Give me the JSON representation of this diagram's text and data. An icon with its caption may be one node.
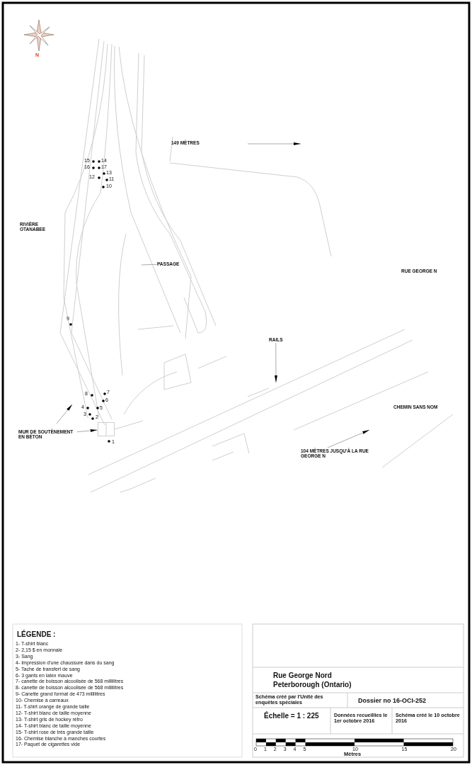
{
  "diagram": {
    "nodes": [
      {
        "text": [
          "RAILS"
        ]
      },
      {
        "text": [
          "MUR DE SOUTÈNEMENT EN BÉTON"
        ]
      },
      {
        "text": [
          "PASSAGE"
        ]
      },
      {
        "text": [],
        "shape": "box"
      }
    ],
    "edges": [
      {
        "from": 0,
        "to": null,
        "arrow": "to"
      },
      {
        "from": 1,
        "to": 3,
        "arrow": "to"
      },
      {
        "from": 2,
        "to": null,
        "arrow": "none"
      }
    ],
    "labels": [
      "N",
      "149 MÈTRES",
      "15",
      "14",
      "16",
      "17",
      "13",
      "12",
      "11",
      "10",
      "RIVIÈRE OTANABEE",
      "RUE GEORGE N",
      "9",
      "8",
      "7",
      "6",
      "4",
      "5",
      "3",
      "2",
      "CHEMIN SANS NOM",
      "1",
      "104 MÈTRES JUSQU'À LA RUE GEORGE N",
      "LÉGENDE :",
      "1- T-shirt blanc",
      "2- 2,15 $ en monnaie",
      "3- Sang",
      "4- Impression d'une chaussure dans du sang",
      "5- Tache de transfert de sang",
      "6- 3 gants en latex mauve",
      "7- canette de boisson alcoolisée de 568 millilitres",
      "8- canette de boisson alcoolisée de 568 millilitres",
      "9- Canette grand format de 473 millilitres",
      "10- Chemise à carreaux",
      "11- T-shirt orange de grande taille",
      "12- T-shirt blanc de taille moyenne",
      "13- T-shirt gris de hockey rétro",
      "14- T-shirt blanc de taille moyenne",
      "15- T-shirt rose de très grande taille",
      "16- Chemise blanche à manches courtes",
      "17- Paquet de cigarettes vide",
      "Rue George Nord",
      "Peterborough (Ontario)",
      "Schéma créé par l'Unité des enquêtes spéciales",
      "Dossier no 16-OCI-252",
      "Échelle = 1 : 225",
      "Données recueillies le 1er octobre 2016",
      "Schéma créé le 10 octobre 2016",
      "0",
      "1",
      "2",
      "3",
      "4",
      "5",
      "10",
      "15",
      "20",
      "Mètres"
    ]
  }
}
